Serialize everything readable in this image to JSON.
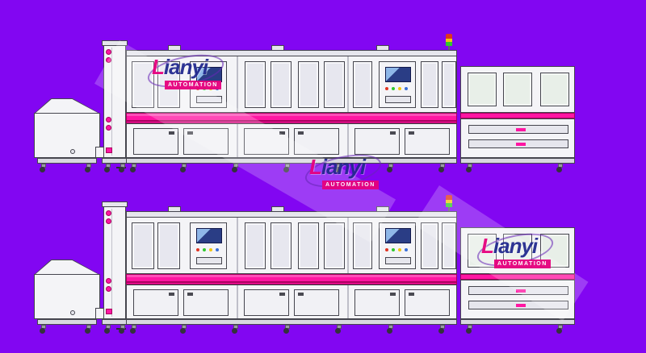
{
  "watermark": {
    "brand_initial": "L",
    "brand_rest": "ianyi",
    "tagline": "AUTOMATION"
  },
  "palette": {
    "bg": "#8206f2",
    "outline": "#45454e",
    "body": "#f4f4f7",
    "panel": "#e6e6ed",
    "window": "#e7e7ef",
    "window-green": "#e8efe8",
    "base": "#d8d8df",
    "pink": "#ff16a2",
    "pink-dark": "#a8005e",
    "screen": "#2a3d85",
    "red": "#e03422",
    "yellow": "#f2c511",
    "green": "#2fc82f",
    "wheel": "#33333b",
    "stripe": "rgba(255,255,255,0.22)",
    "logo-pink": "#e6007e",
    "logo-blue": "#232a8f"
  }
}
